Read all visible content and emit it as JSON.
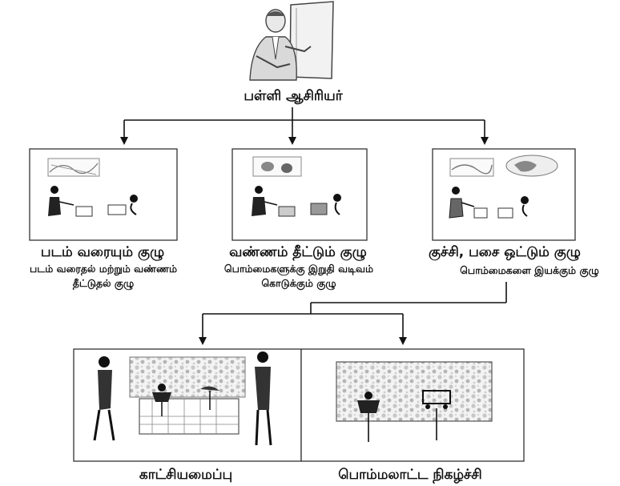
{
  "root": {
    "label": "பள்ளி ஆசிரியர்"
  },
  "groups": [
    {
      "title": "படம் வரையும் குழு",
      "desc_lines": [
        "படம் வரைதல் மற்றும் வண்ணம்",
        "தீட்டுதல் குழு"
      ]
    },
    {
      "title": "வண்ணம் தீட்டும் குழு",
      "desc_lines": [
        "பொம்மைகளுக்கு இறுதி வடிவம்",
        "கொடுக்கும் குழு"
      ]
    },
    {
      "title": "குச்சி, பசை ஒட்டும் குழு",
      "desc_lines": [
        "பொம்மைகளை இயக்கும் குழு"
      ]
    }
  ],
  "outputs": [
    {
      "label": "காட்சியமைப்பு"
    },
    {
      "label": "பொம்மலாட்ட நிகழ்ச்சி"
    }
  ],
  "colors": {
    "ink": "#111111",
    "stipple": "#bdbdbd",
    "panel_border": "#333333"
  }
}
